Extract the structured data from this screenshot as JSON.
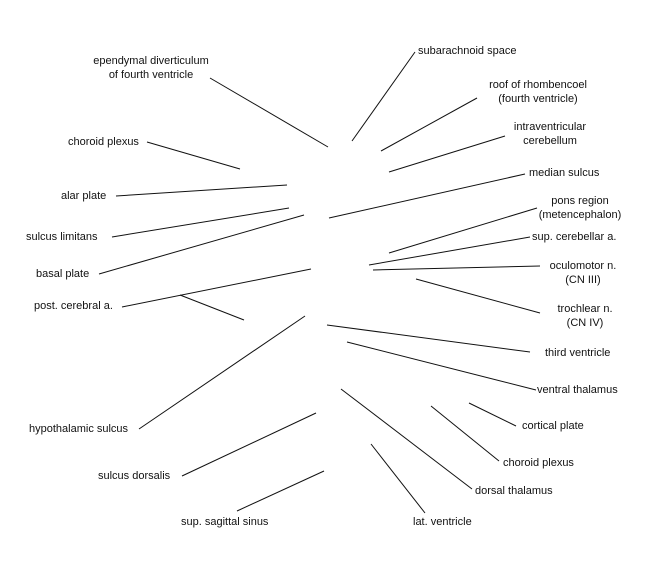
{
  "labels": {
    "ependymal": [
      "ependymal diverticulum",
      "of fourth ventricle"
    ],
    "subarachnoid": [
      "subarachnoid space"
    ],
    "roof_rhombencoel": [
      "roof of rhombencoel",
      "(fourth ventricle)"
    ],
    "choroid_plexus_left": [
      "choroid plexus"
    ],
    "intraventricular_cerebellum": [
      "intraventricular",
      "cerebellum"
    ],
    "median_sulcus": [
      "median sulcus"
    ],
    "alar_plate": [
      "alar plate"
    ],
    "pons_region": [
      "pons region",
      "(metencephalon)"
    ],
    "sulcus_limitans": [
      "sulcus limitans"
    ],
    "sup_cerebellar": [
      "sup. cerebellar a."
    ],
    "basal_plate": [
      "basal plate"
    ],
    "oculomotor": [
      "oculomotor n.",
      "(CN III)"
    ],
    "post_cerebral": [
      "post. cerebral a."
    ],
    "trochlear": [
      "trochlear n.",
      "(CN IV)"
    ],
    "third_ventricle": [
      "third ventricle"
    ],
    "ventral_thalamus": [
      "ventral thalamus"
    ],
    "hypothalamic_sulcus": [
      "hypothalamic sulcus"
    ],
    "cortical_plate": [
      "cortical plate"
    ],
    "choroid_plexus_right": [
      "choroid plexus"
    ],
    "sulcus_dorsalis": [
      "sulcus dorsalis"
    ],
    "dorsal_thalamus": [
      "dorsal thalamus"
    ],
    "sup_sagittal_sinus": [
      "sup. sagittal sinus"
    ],
    "lat_ventricle": [
      "lat. ventricle"
    ]
  }
}
